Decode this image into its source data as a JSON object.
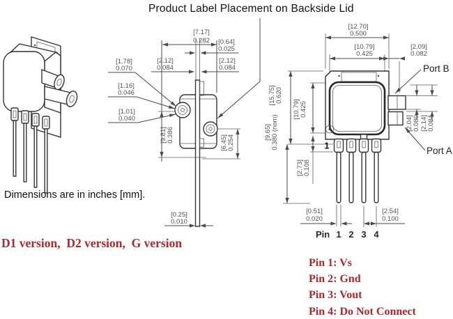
{
  "title": "Product Label Placement on Backside Lid",
  "notes": {
    "units": "Dimensions are in inches [mm].",
    "versions": "D1 version,  D2 version,  G version"
  },
  "colors": {
    "accent_red": "#ae282e",
    "line_gray": "#4a4a4b",
    "dim_text_gray": "#525356",
    "text_black": "#131313"
  },
  "pin_functions": [
    "Pin 1: Vs",
    "Pin 2: Gnd",
    "Pin 3: Vout",
    "Pin 4: Do Not Connect"
  ],
  "pin_row": {
    "label": "Pin",
    "numbers": [
      "1",
      "2",
      "3",
      "4"
    ]
  },
  "pin1_marker": "1",
  "port_labels": {
    "port_b": "Port B",
    "port_a": "Port A"
  },
  "side_view": {
    "dims": {
      "overall_width": {
        "mm": "[7.17]",
        "in": "0.282"
      },
      "lid_tab": {
        "mm": "[0.64]",
        "in": "0.025"
      },
      "gap_left": {
        "mm": "[2.12]",
        "in": "0.084"
      },
      "gap_right": {
        "mm": "[2.12]",
        "in": "0.084"
      },
      "port_detail_1": {
        "mm": "[1.78]",
        "in": "0.070"
      },
      "port_detail_2": {
        "mm": "[1.16]",
        "in": "0.046"
      },
      "port_detail_3": {
        "mm": "[1.01]",
        "in": "0.040"
      },
      "port_center_height": {
        "mm": "[9.81]",
        "in": "0.386"
      },
      "port2_center_height": {
        "mm": "[6.45]",
        "in": "0.254"
      },
      "lid_thickness": {
        "mm": "[0.25]",
        "in": "0.010"
      }
    }
  },
  "front_view": {
    "dims": {
      "overall_width": {
        "mm": "[12.70]",
        "in": "0.500"
      },
      "body_width": {
        "mm": "[10.79]",
        "in": "0.425"
      },
      "port_protrusion": {
        "mm": "[2.09]",
        "in": "0.082"
      },
      "overall_height": {
        "mm": "[15.75]",
        "in": "0.620"
      },
      "body_height": {
        "mm": "[10.79]",
        "in": "0.425"
      },
      "shoulder_height": {
        "mm": "[2.73]",
        "in": "0.108"
      },
      "pin_length": {
        "mm": "[9.65]",
        "in": "0.380 (nom)"
      },
      "port_od_1": {
        "mm": "[2.04]",
        "in": "0.080"
      },
      "port_od_2": {
        "mm": "[2.14]",
        "in": "0.084"
      },
      "pin_width": {
        "mm": "[0.51]",
        "in": "0.020"
      },
      "pin_pitch": {
        "mm": "[2.54]",
        "in": "0.100"
      }
    }
  }
}
